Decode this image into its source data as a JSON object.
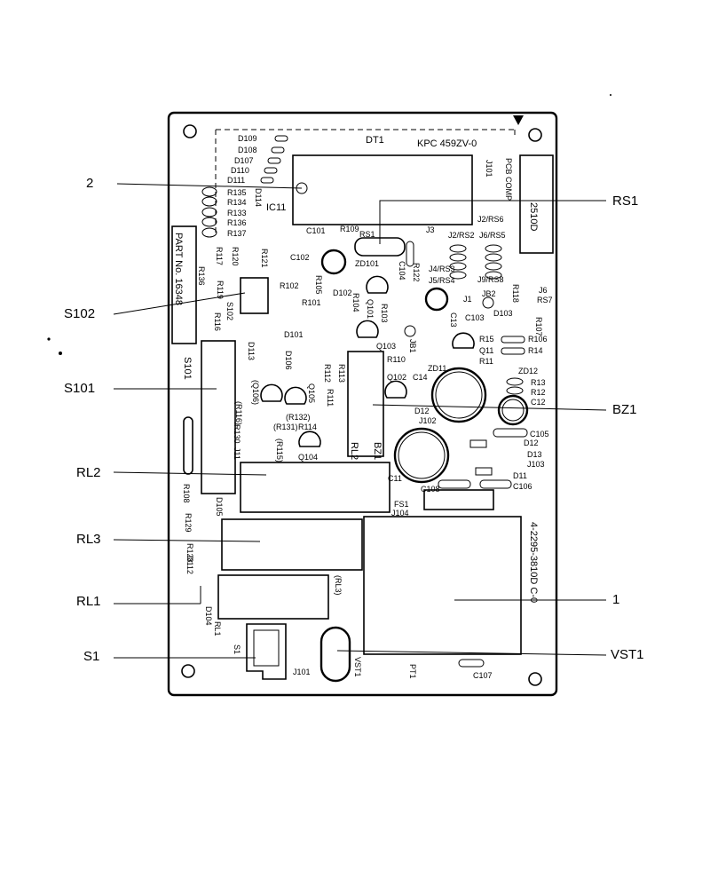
{
  "callouts": {
    "left": [
      "2",
      "S102",
      "S101",
      "RL2",
      "RL3",
      "RL1",
      "S1"
    ],
    "right": [
      "RS1",
      "BZ1",
      "1",
      "VST1"
    ]
  },
  "board": {
    "header": "KPC 459ZV-0",
    "dt": "DT1",
    "ic": "IC11",
    "part_no": "PART No. 16348",
    "code_a": "PCB COMP",
    "code_b": "2510D",
    "code_c": "4-2295-3810D C-0",
    "j101": "J101"
  },
  "labels": {
    "diodes_top": [
      "D109",
      "D108",
      "D107",
      "D110",
      "D111"
    ],
    "r_left": [
      "R135",
      "R134",
      "R133",
      "R136",
      "R137"
    ],
    "misc": {
      "d114": "D114",
      "c101": "C101",
      "r109": "R109",
      "rs1": "RS1",
      "j3": "J3",
      "j2rs2": "J2/RS2",
      "j2rs6": "J2/RS6",
      "j6rs5": "J6/RS5",
      "c102": "C102",
      "zd101": "ZD101",
      "c104": "C104",
      "r122": "R122",
      "r102": "R102",
      "r105": "R105",
      "d102": "D102",
      "r101": "R101",
      "r104": "R104",
      "q101": "Q101",
      "r103": "R103",
      "r117": "R117",
      "r120": "R120",
      "r121": "R121",
      "r136b": "R136",
      "r119": "R119",
      "r116": "R116",
      "s102b": "S102",
      "d101": "D101",
      "d113": "D113",
      "d106": "D106",
      "r112": "R112",
      "r113": "R113",
      "r111": "R111",
      "q105": "Q105",
      "q106": "Q106",
      "q103": "Q103",
      "jb1": "JB1",
      "r110": "R110",
      "q102": "Q102",
      "c14": "C14",
      "zd11": "ZD11",
      "r15": "R15",
      "q11": "Q11",
      "r11": "R11",
      "r106": "R106",
      "r14": "R14",
      "zd12": "ZD12",
      "r13": "R13",
      "r12": "R12",
      "c12": "C12",
      "c105": "C105",
      "d12": "D12",
      "d13": "D13",
      "j103": "J103",
      "d11": "D11",
      "c11": "C11",
      "c106": "C106",
      "c108": "C108",
      "fs1": "FS1",
      "j104": "J104",
      "d12j102": "D12",
      "j102": "J102",
      "c103": "C103",
      "d103": "D103",
      "jb2": "JB2",
      "r107": "R107",
      "r118": "R118",
      "j6": "J6",
      "rs7": "RS7",
      "j9rs8": "J9/RS8",
      "j5rs4": "J5/RS4",
      "j4rs3": "J4/RS3",
      "j1": "J1",
      "c13": "C13",
      "r132": "(R132)",
      "r131": "(R131)",
      "r114": "R114",
      "r115": "(R115)",
      "r130": "R130",
      "j11": "J11",
      "q104": "Q104",
      "rl2b": "RL2",
      "bz1b": "BZ1",
      "s101b": "S101",
      "r108": "R108",
      "d105": "D105",
      "r129": "R129",
      "r128": "R128",
      "d112": "D112",
      "rl3b": "(RL3)",
      "d104": "D104",
      "rl1b": "RL1",
      "s1b": "S1",
      "j101b": "J101",
      "vst1b": "VST1",
      "pt1": "PT1",
      "c107": "C107",
      "r116b": "(R116)",
      "q106b": "(Q106)"
    }
  },
  "colors": {
    "ink": "#000000",
    "paper": "#ffffff"
  }
}
